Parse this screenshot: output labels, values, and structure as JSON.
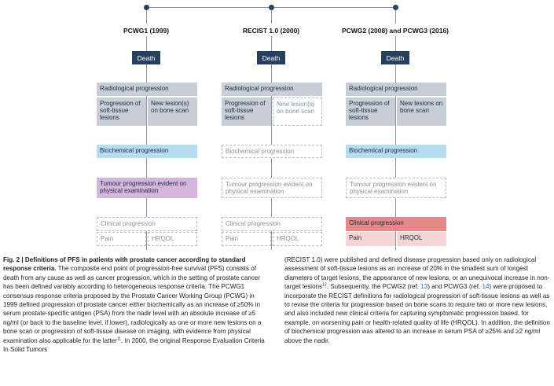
{
  "figure": {
    "columns": [
      {
        "title": "PCWG1 (1999)",
        "death": "Death",
        "radiological": "Radiological progression",
        "soft_tissue": "Progression of soft-tissue lesions",
        "new_lesions": "New lesion(s) on bone scan",
        "biochemical": "Biochemical progression",
        "tumour": "Tumour progression evident on physical examination",
        "clinical": "Clinical progression",
        "pain": "Pain",
        "hrqol": "HRQOL"
      },
      {
        "title": "RECIST 1.0 (2000)",
        "death": "Death",
        "radiological": "Radiological progression",
        "soft_tissue": "Progression of soft-tissue lesions",
        "new_lesions": "New lesion(s) on bone scan",
        "biochemical": "Biochemical progression",
        "tumour": "Tumour progression evident on physical examination",
        "clinical": "Clinical progression",
        "pain": "Pain",
        "hrqol": "HRQOL"
      },
      {
        "title": "PCWG2 (2008) and PCWG3 (2016)",
        "death": "Death",
        "radiological": "Radiological progression",
        "soft_tissue": "Progression of soft-tissue lesions",
        "new_lesions": "New lesions on bone scan",
        "biochemical": "Biochemical progression",
        "tumour": "Tumour progression evident on physical examination",
        "clinical": "Clinical progression",
        "pain": "Pain",
        "hrqol": "HRQOL"
      }
    ]
  },
  "caption": {
    "label": "Fig. 2 | Definitions of PFS in patients with prostate cancer according to standard response criteria.",
    "left_text_1": " The composite end point of progression-free survival (PFS) consists of death from any cause as well as cancer progression, which in the setting of prostate cancer has been defined variably according to heterogeneous response criteria. The PCWG1 consensus response criteria proposed by the Prostate Cancer Working Group (PCWG) in 1999 defined progression of prostate cancer either biochemically as an increase of ≥50% in serum prostate-specific antigen (PSA) from the nadir level with an absolute increase of ≥5 ng/ml (or back to the baseline level, if lower), radiologically as one or more new lesions on a bone scan or progression of soft-tissue disease on imaging, with evidence from physical examination also applicable for the latter",
    "left_sup_1": "11",
    "left_text_2": ". In 2000, the original Response Evaluation Criteria In Solid Tumors",
    "right_text_1": "(RECIST 1.0) were published and defined disease progression based only on radiological assessment of soft-tissue lesions as an increase of 20% in the smallest sum of longest diameters of target lesions, the appearance of new lesions, or an unequivocal increase in non-target lesions",
    "right_sup_1": "12",
    "right_text_2": ". Subsequently, the PCWG2 (ref. ",
    "ref_13": "13",
    "right_text_3": ") and PCWG3 (ref. ",
    "ref_14": "14",
    "right_text_4": ") were proposed to incorporate the RECIST definitions for radiological progression of soft-tissue lesions as well as to revise the criteria for progression based on bone scans to require two or more new lesions, and also included new clinical criteria for capturing symptomatic progression based, for example, on worsening pain or health-related quality of life (HRQOL). In addition, the definition of biochemical progression was altered to an increase in serum PSA of ≥25% and ≥2 ng/ml above the nadir."
  }
}
